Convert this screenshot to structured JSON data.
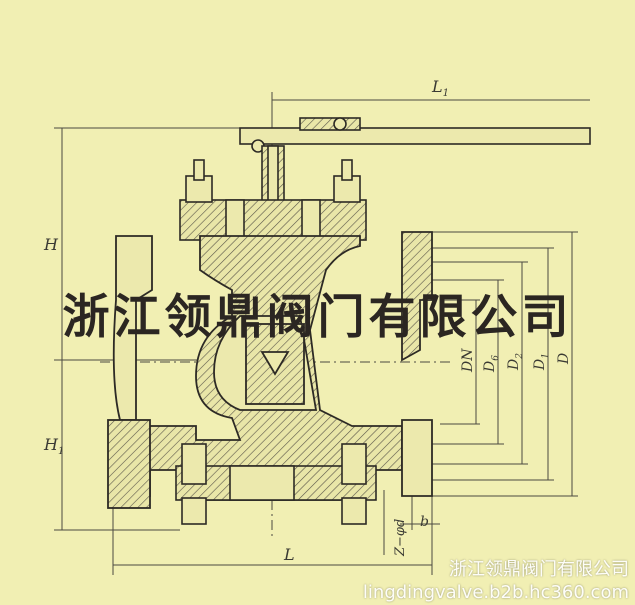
{
  "drawing": {
    "dimensions": {
      "L1": "L",
      "L1_sub": "1",
      "H": "H",
      "H1": "H",
      "H1_sub": "1",
      "L": "L",
      "DN": "DN",
      "D6": "D",
      "D6_sub": "6",
      "D2": "D",
      "D2_sub": "2",
      "D1": "D",
      "D1_sub": "1",
      "D": "D",
      "Z_phi_d": "Z−φd",
      "b": "b"
    }
  },
  "watermark": {
    "company_cn": "浙江领鼎阀门有限公司",
    "company_cn_small": "浙江领鼎阀门有限公司",
    "url": "lingdingvalve.b2b.hc360.com"
  }
}
